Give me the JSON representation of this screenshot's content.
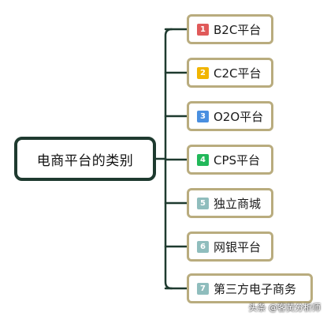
{
  "root": {
    "label": "电商平台的类别"
  },
  "items": [
    {
      "num": "1",
      "label": "B2C平台",
      "color": "#e05a5a"
    },
    {
      "num": "2",
      "label": "C2C平台",
      "color": "#f1b500"
    },
    {
      "num": "3",
      "label": "O2O平台",
      "color": "#4a8fe0"
    },
    {
      "num": "4",
      "label": "CPS平台",
      "color": "#22b85a"
    },
    {
      "num": "5",
      "label": "独立商城",
      "color": "#8fbdbd"
    },
    {
      "num": "6",
      "label": "网银平台",
      "color": "#8fbdbd"
    },
    {
      "num": "7",
      "label": "第三方电子商务",
      "color": "#8fbdbd"
    }
  ],
  "watermark": "头条 @客黄分析师",
  "colors": {
    "root_border": "#1e3a2f",
    "node_border": "#b9ac7e",
    "connector": "#1e3a2f"
  }
}
